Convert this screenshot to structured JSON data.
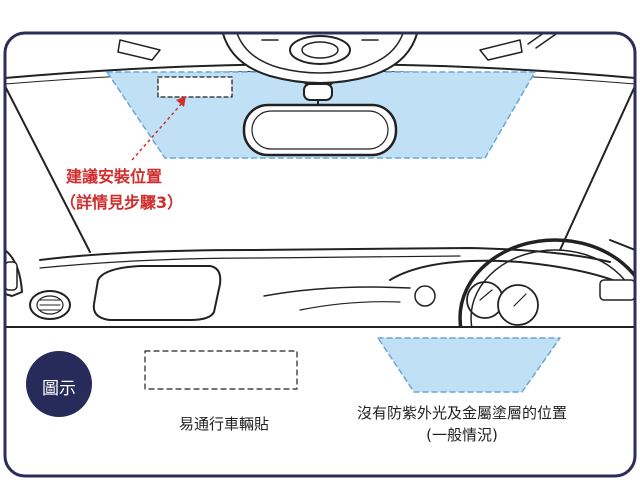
{
  "callout": {
    "line1": "建議安裝位置",
    "line2": "（詳情見步驟3）"
  },
  "legend": {
    "badge": "圖示",
    "tag_area_label": "易通行車輛貼",
    "coating_label_line1": "沒有防紫外光及金屬塗層的位置",
    "coating_label_line2": "(一般情況)"
  },
  "colors": {
    "frame": "#2b2f57",
    "badge": "#262b59",
    "coating_fill": "#bfe0f5",
    "coating_stroke": "#6aa7d6",
    "callout_red": "#d12e2e",
    "line_art": "#222222"
  }
}
